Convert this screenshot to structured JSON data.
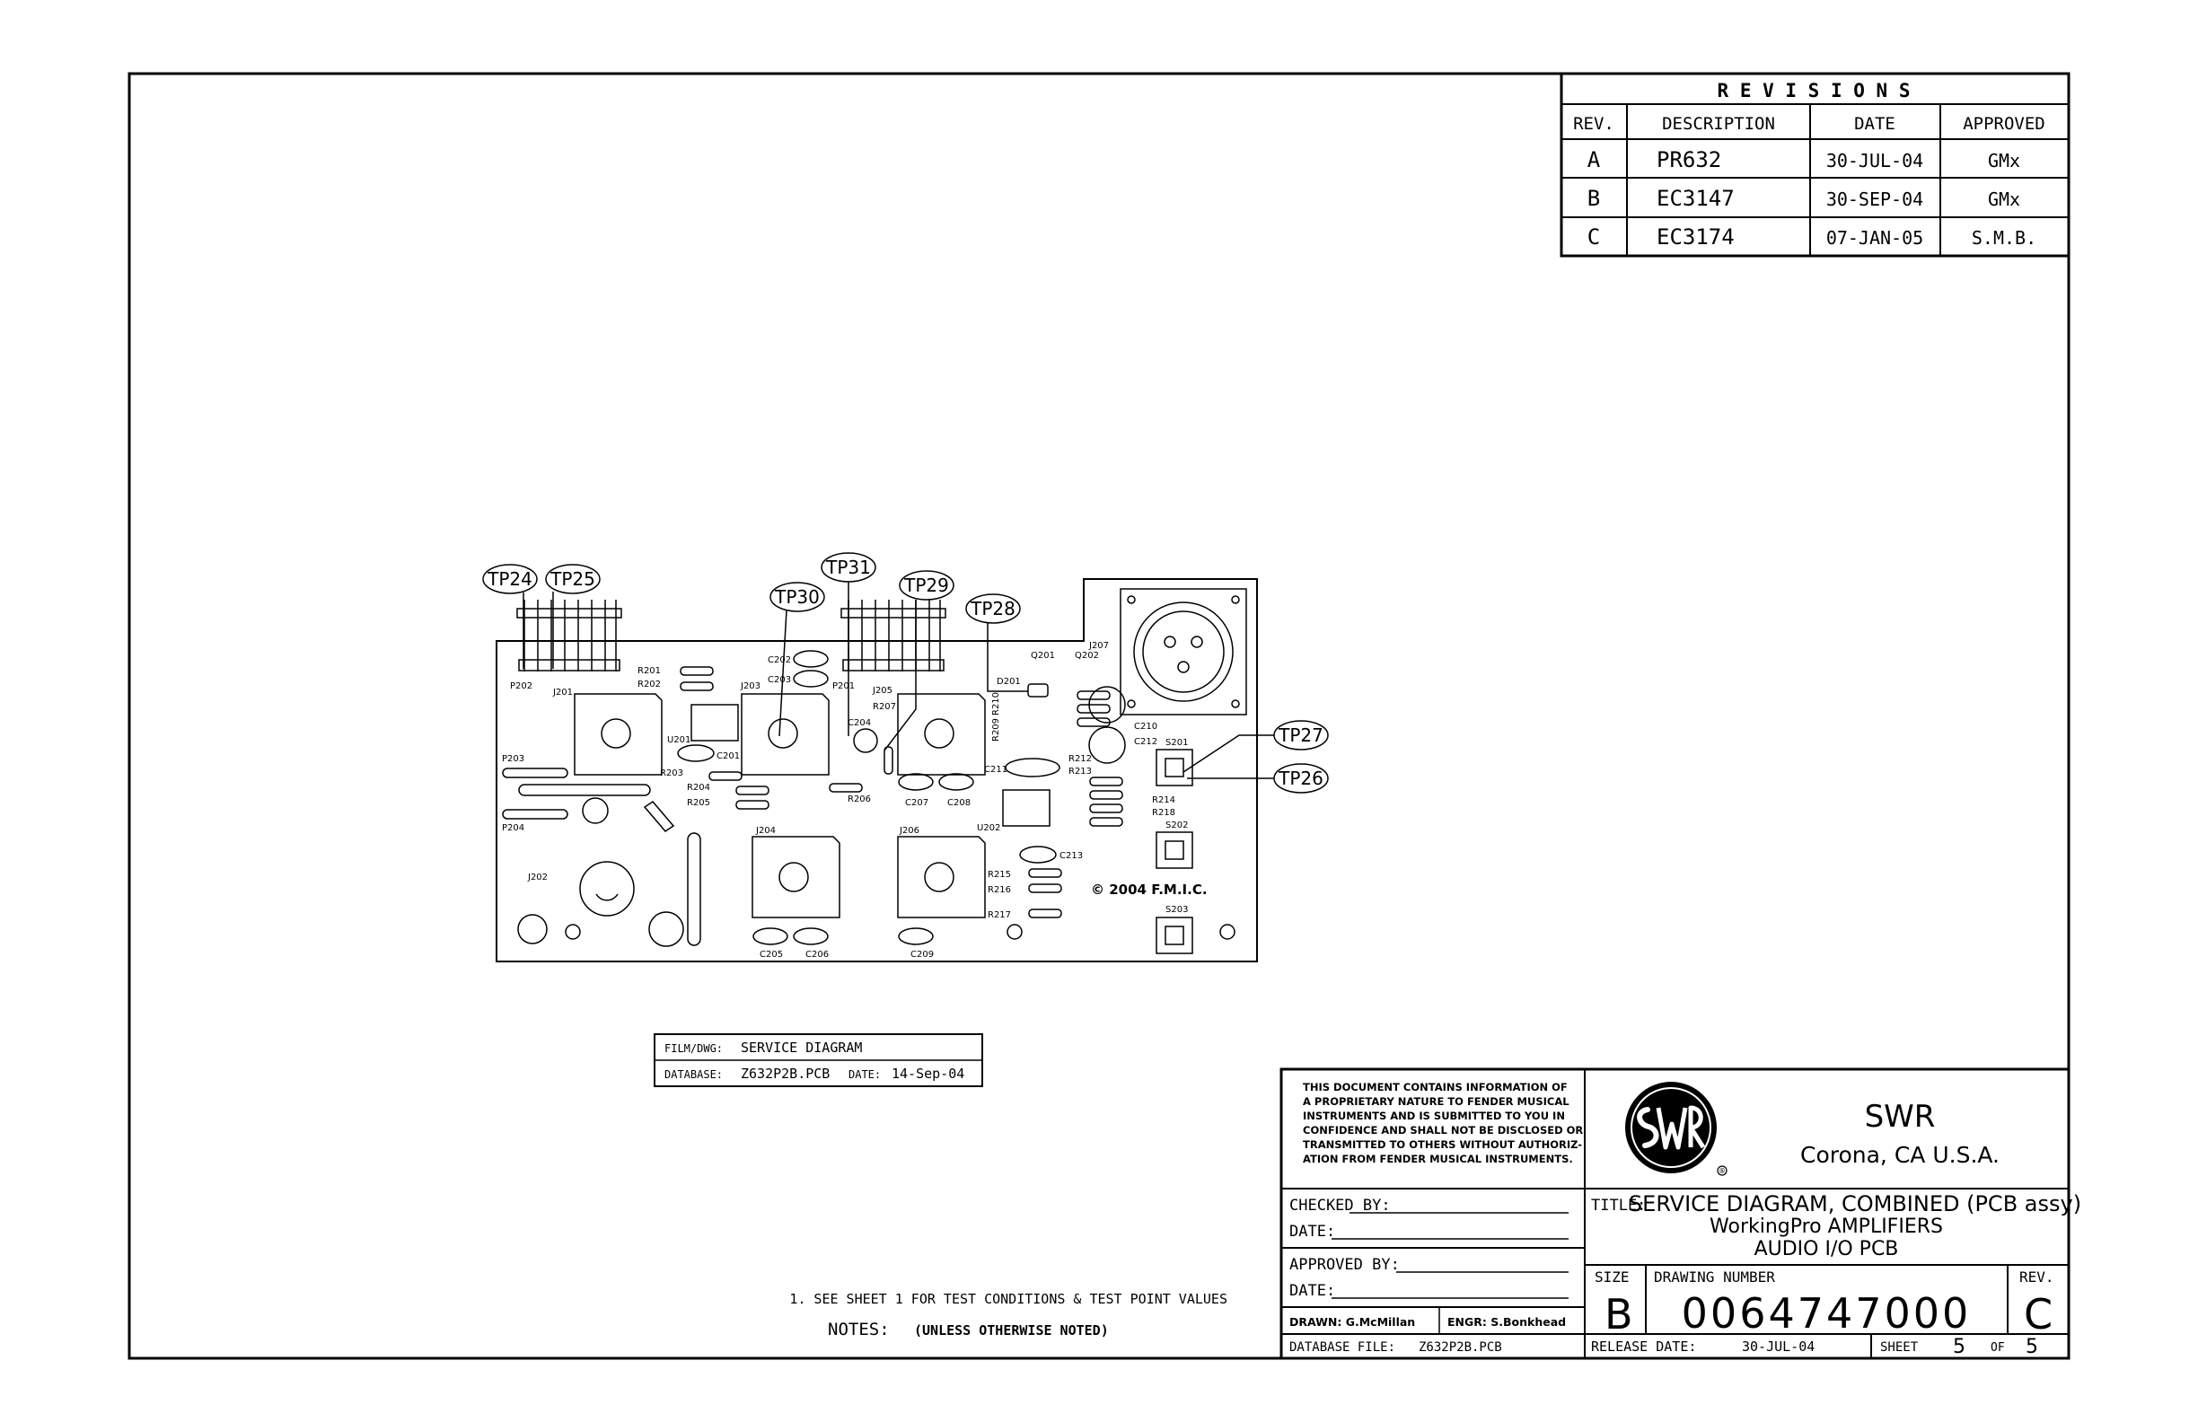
{
  "revisions": {
    "title": "R E V I S I O N S",
    "headers": [
      "REV.",
      "DESCRIPTION",
      "DATE",
      "APPROVED"
    ],
    "rows": [
      [
        "A",
        "PR632",
        "30-JUL-04",
        "GMx"
      ],
      [
        "B",
        "EC3147",
        "30-SEP-04",
        "GMx"
      ],
      [
        "C",
        "EC3174",
        "07-JAN-05",
        "S.M.B."
      ]
    ]
  },
  "test_points": [
    "TP24",
    "TP25",
    "TP31",
    "TP30",
    "TP29",
    "TP28",
    "TP27",
    "TP26"
  ],
  "components": {
    "connectors": [
      "P202",
      "J201",
      "J203",
      "P201",
      "J205",
      "D201",
      "Q201",
      "Q202",
      "J207",
      "P203",
      "P204",
      "J202",
      "J204",
      "J206"
    ],
    "ics": [
      "U201",
      "U202"
    ],
    "resistors": [
      "R201",
      "R202",
      "R203",
      "R204",
      "R205",
      "R206",
      "R207",
      "R209",
      "R210",
      "R212",
      "R213",
      "R214",
      "R218",
      "R215",
      "R216",
      "R217"
    ],
    "capacitors": [
      "C202",
      "C203",
      "C201",
      "C204",
      "C207",
      "C208",
      "C211",
      "C210",
      "C212",
      "C213",
      "C205",
      "C206",
      "C209"
    ],
    "switches": [
      "S201",
      "S202",
      "S203"
    ]
  },
  "copyright": "© 2004 F.M.I.C.",
  "film": {
    "label1": "FILM/DWG:",
    "value1": "SERVICE DIAGRAM",
    "label2": "DATABASE:",
    "value2": "Z632P2B.PCB",
    "label3": "DATE:",
    "value3": "14-Sep-04"
  },
  "notes": {
    "note1": "1. SEE SHEET 1 FOR TEST CONDITIONS & TEST POINT VALUES",
    "label": "NOTES:",
    "qualifier": "(UNLESS OTHERWISE NOTED)"
  },
  "titleblock": {
    "disclaimer": [
      "THIS DOCUMENT CONTAINS INFORMATION OF",
      "A PROPRIETARY NATURE TO FENDER MUSICAL",
      "INSTRUMENTS AND IS SUBMITTED TO YOU IN",
      "CONFIDENCE AND SHALL NOT BE DISCLOSED OR",
      "TRANSMITTED TO OTHERS WITHOUT AUTHORIZ-",
      "ATION FROM FENDER MUSICAL INSTRUMENTS."
    ],
    "company": "SWR",
    "location": "Corona, CA  U.S.A.",
    "registered": "®",
    "checked_by": "CHECKED BY:",
    "date_label": "DATE:",
    "approved_by": "APPROVED BY:",
    "drawn": "DRAWN:  G.McMillan",
    "engr": "ENGR:  S.Bonkhead",
    "database_file_label": "DATABASE FILE:",
    "database_file": "Z632P2B.PCB",
    "title_label": "TITLE:",
    "title_line1": "SERVICE DIAGRAM, COMBINED (PCB assy)",
    "title_line2": "WorkingPro AMPLIFIERS",
    "title_line3": "AUDIO I/O PCB",
    "size_label": "SIZE",
    "size": "B",
    "drawing_number_label": "DRAWING NUMBER",
    "drawing_number": "0064747000",
    "rev_label": "REV.",
    "rev": "C",
    "release_date_label": "RELEASE DATE:",
    "release_date": "30-JUL-04",
    "sheet_label": "SHEET",
    "sheet": "5",
    "of_label": "OF",
    "sheet_total": "5"
  }
}
